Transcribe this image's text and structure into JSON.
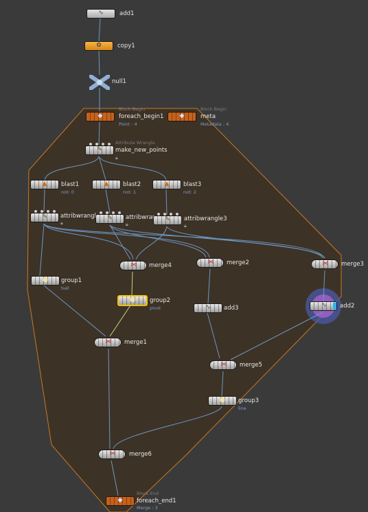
{
  "network": {
    "nodes": {
      "add1": {
        "label": "add1"
      },
      "copy1": {
        "label": "copy1"
      },
      "null1": {
        "label": "null1"
      },
      "foreach_begin1": {
        "label": "foreach_begin1",
        "pre": "Block Begin",
        "sub": "Point : 4"
      },
      "meta": {
        "label": "meta",
        "pre": "Block Begin",
        "sub": "Metadata : 4"
      },
      "make_new_points": {
        "label": "make_new_points",
        "pre": "Attribute Wrangle"
      },
      "blast1": {
        "label": "blast1",
        "sub": "not: 0"
      },
      "blast2": {
        "label": "blast2",
        "sub": "not: 1"
      },
      "blast3": {
        "label": "blast3",
        "sub": "not: 2"
      },
      "attribwrangle1": {
        "label": "attribwrangle"
      },
      "attribwrangle2": {
        "label": "attribwran"
      },
      "attribwrangle3": {
        "label": "attribwrangle3"
      },
      "merge4": {
        "label": "merge4"
      },
      "merge2": {
        "label": "merge2"
      },
      "merge3": {
        "label": "merge3"
      },
      "group1": {
        "label": "group1",
        "sub": "ball"
      },
      "group2": {
        "label": "group2",
        "sub": "pivot"
      },
      "add3": {
        "label": "add3"
      },
      "add2": {
        "label": "add2"
      },
      "merge1": {
        "label": "merge1"
      },
      "merge5": {
        "label": "merge5"
      },
      "group3": {
        "label": "group3",
        "sub": "line"
      },
      "merge6": {
        "label": "merge6"
      },
      "foreach_end1": {
        "label": "foreach_end1",
        "pre": "Block End",
        "sub": "Merge : 3"
      }
    },
    "icons": {
      "add": "wave-icon",
      "copy": "copy-stamp-icon",
      "null": "null-x-icon",
      "foreach": "foreach-block-icon",
      "wrangle": "wrangle-icon",
      "blast": "blast-icon",
      "merge": "merge-icon",
      "group": "group-icon"
    },
    "colors": {
      "background": "#3a3a3a",
      "block_fill": "#3d3226",
      "block_outline": "#c77a22",
      "wire": "#6d99c6",
      "wire_selected": "#cfd27a",
      "selected_outline": "#f2c200",
      "copy_orange": "#e8a12b",
      "foreach_rust": "#b85818",
      "add2_highlight": "#7a5bb0",
      "sub_text": "#7c9fcc"
    }
  }
}
